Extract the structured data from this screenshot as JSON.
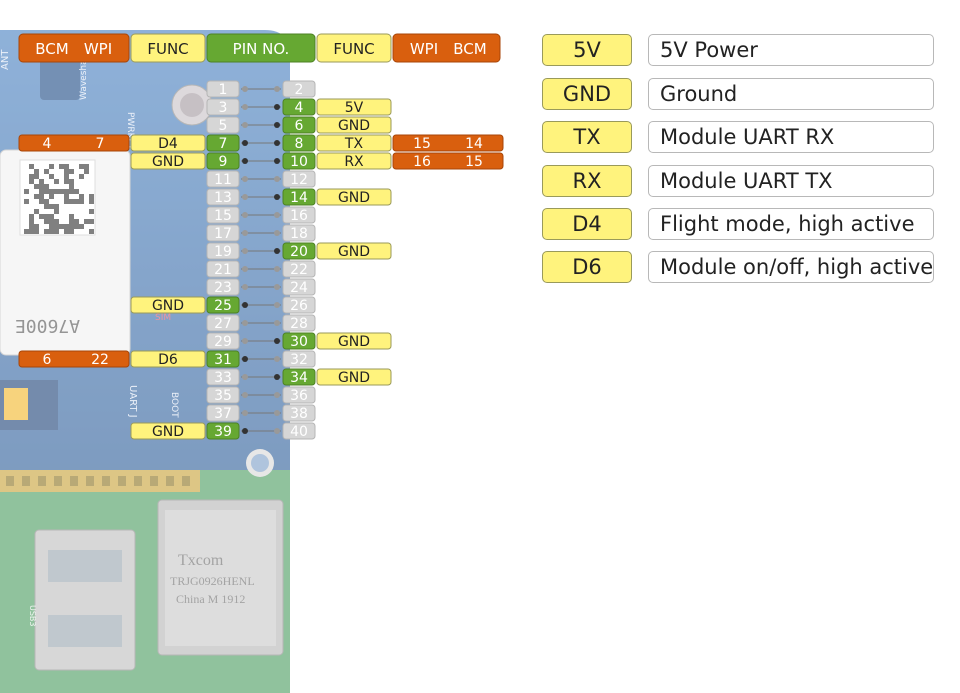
{
  "header": {
    "left_bcm": "BCM",
    "left_wpi": "WPI",
    "left_func": "FUNC",
    "pin_no": "PIN NO.",
    "right_func": "FUNC",
    "right_wpi": "WPI",
    "right_bcm": "BCM"
  },
  "pins": [
    {
      "left": {
        "num": "1"
      },
      "right": {
        "num": "2"
      }
    },
    {
      "left": {
        "num": "3"
      },
      "right": {
        "num": "4",
        "active": true,
        "func": "5V"
      }
    },
    {
      "left": {
        "num": "5"
      },
      "right": {
        "num": "6",
        "active": true,
        "func": "GND"
      }
    },
    {
      "left": {
        "num": "7",
        "active": true,
        "func": "D4",
        "wpi": "7",
        "bcm": "4"
      },
      "right": {
        "num": "8",
        "active": true,
        "func": "TX",
        "wpi": "15",
        "bcm": "14"
      }
    },
    {
      "left": {
        "num": "9",
        "active": true,
        "func": "GND"
      },
      "right": {
        "num": "10",
        "active": true,
        "func": "RX",
        "wpi": "16",
        "bcm": "15"
      }
    },
    {
      "left": {
        "num": "11"
      },
      "right": {
        "num": "12"
      }
    },
    {
      "left": {
        "num": "13"
      },
      "right": {
        "num": "14",
        "active": true,
        "func": "GND"
      }
    },
    {
      "left": {
        "num": "15"
      },
      "right": {
        "num": "16"
      }
    },
    {
      "left": {
        "num": "17"
      },
      "right": {
        "num": "18"
      }
    },
    {
      "left": {
        "num": "19"
      },
      "right": {
        "num": "20",
        "active": true,
        "func": "GND"
      }
    },
    {
      "left": {
        "num": "21"
      },
      "right": {
        "num": "22"
      }
    },
    {
      "left": {
        "num": "23"
      },
      "right": {
        "num": "24"
      }
    },
    {
      "left": {
        "num": "25",
        "active": true,
        "func": "GND"
      },
      "right": {
        "num": "26"
      }
    },
    {
      "left": {
        "num": "27"
      },
      "right": {
        "num": "28"
      }
    },
    {
      "left": {
        "num": "29"
      },
      "right": {
        "num": "30",
        "active": true,
        "func": "GND"
      }
    },
    {
      "left": {
        "num": "31",
        "active": true,
        "func": "D6",
        "wpi": "22",
        "bcm": "6"
      },
      "right": {
        "num": "32"
      }
    },
    {
      "left": {
        "num": "33"
      },
      "right": {
        "num": "34",
        "active": true,
        "func": "GND"
      }
    },
    {
      "left": {
        "num": "35"
      },
      "right": {
        "num": "36"
      }
    },
    {
      "left": {
        "num": "37"
      },
      "right": {
        "num": "38"
      }
    },
    {
      "left": {
        "num": "39",
        "active": true,
        "func": "GND"
      },
      "right": {
        "num": "40"
      }
    }
  ],
  "legend": [
    {
      "key": "5V",
      "desc": "5V Power"
    },
    {
      "key": "GND",
      "desc": "Ground"
    },
    {
      "key": "TX",
      "desc": "Module UART RX"
    },
    {
      "key": "RX",
      "desc": "Module UART TX"
    },
    {
      "key": "D4",
      "desc": "Flight mode, high active"
    },
    {
      "key": "D6",
      "desc": "Module on/off, high active"
    }
  ],
  "board_text": {
    "module": "A7600E",
    "brand": "Waveshare",
    "ant": "ANT",
    "pwrkey": "PWRKEY",
    "uart": "UART J",
    "boot": "BOOT",
    "sim": "SIM",
    "ethernet_brand": "Txcom",
    "ethernet_model": "TRJG0926HENL",
    "ethernet_origin": "China M 1912",
    "usb": "USB3"
  },
  "colors": {
    "header_orange": "#d95f0e",
    "header_yellow": "#fff37d",
    "header_green": "#66a832",
    "pin_gray": "#d6d6d6",
    "board_blue": "#3f76b8"
  }
}
